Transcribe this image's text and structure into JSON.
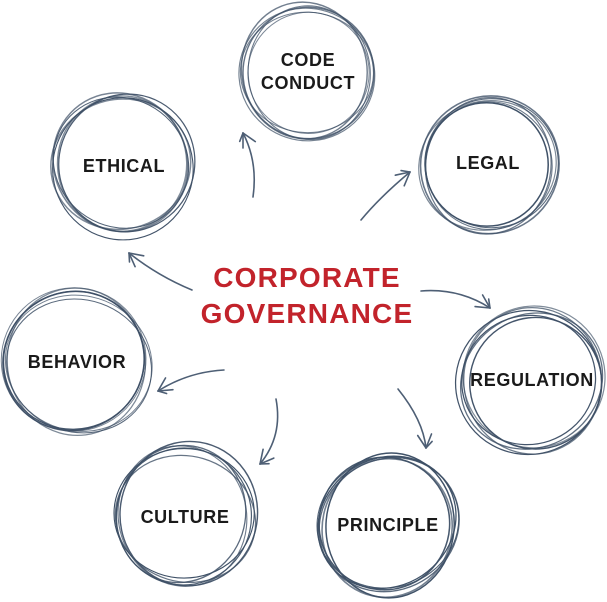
{
  "diagram": {
    "type": "cycle-diagram",
    "title": "CORPORATE GOVERNANCE",
    "colors": {
      "title": "#C2232B",
      "circle_stroke": "#3E5066",
      "arrow": "#4E5F75",
      "label": "#1A1A1A",
      "background": "#FFFFFF"
    },
    "nodes": [
      {
        "id": "code-conduct",
        "label": "CODE CONDUCT"
      },
      {
        "id": "legal",
        "label": "LEGAL"
      },
      {
        "id": "regulation",
        "label": "REGULATION"
      },
      {
        "id": "principle",
        "label": "PRINCIPLE"
      },
      {
        "id": "culture",
        "label": "CULTURE"
      },
      {
        "id": "behavior",
        "label": "BEHAVIOR"
      },
      {
        "id": "ethical",
        "label": "ETHICAL"
      }
    ],
    "arrows": [
      {
        "from": "ethical",
        "to": "code-conduct"
      },
      {
        "from": "code-conduct",
        "to": "legal"
      },
      {
        "from": "legal",
        "to": "regulation"
      },
      {
        "from": "regulation",
        "to": "principle"
      },
      {
        "from": "principle",
        "to": "culture"
      },
      {
        "from": "culture",
        "to": "behavior"
      },
      {
        "from": "behavior",
        "to": "ethical"
      }
    ]
  }
}
